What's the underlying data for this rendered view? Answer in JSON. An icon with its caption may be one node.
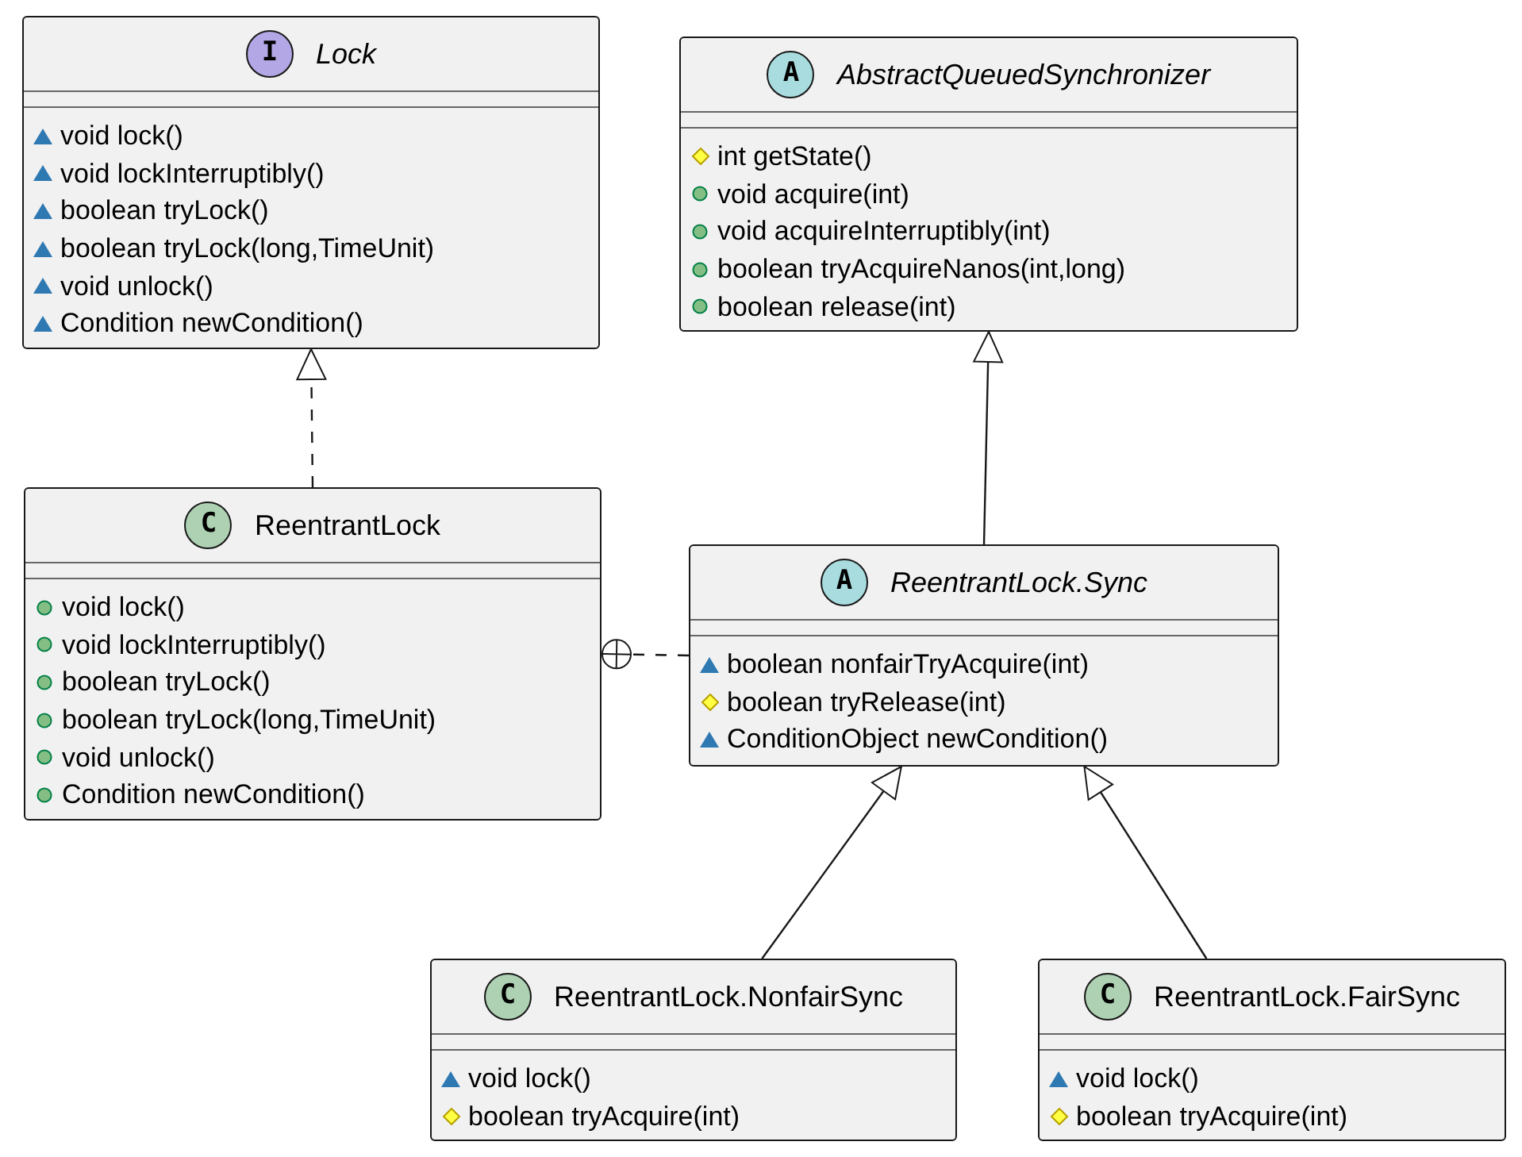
{
  "diagram": {
    "nodes": [
      {
        "text": [
          "I",
          "Lock",
          "void lock()",
          "void lockInterruptibly()",
          "boolean tryLock()",
          "boolean tryLock(long,TimeUnit)",
          "void unlock()",
          "Condition newCondition()"
        ]
      },
      {
        "text": [
          "A",
          "AbstractQueuedSynchronizer",
          "int getState()",
          "void acquire(int)",
          "void acquireInterruptibly(int)",
          "boolean tryAcquireNanos(int,long)",
          "boolean release(int)"
        ]
      },
      {
        "text": [
          "C",
          "ReentrantLock",
          "void lock()",
          "void lockInterruptibly()",
          "boolean tryLock()",
          "boolean tryLock(long,TimeUnit)",
          "void unlock()",
          "Condition newCondition()"
        ]
      },
      {
        "text": [
          "A",
          "ReentrantLock.Sync",
          "boolean nonfairTryAcquire(int)",
          "boolean tryRelease(int)",
          "ConditionObject newCondition()"
        ]
      },
      {
        "text": [
          "C",
          "ReentrantLock.NonfairSync",
          "void lock()",
          "boolean tryAcquire(int)"
        ]
      },
      {
        "text": [
          "C",
          "ReentrantLock.FairSync",
          "void lock()",
          "boolean tryAcquire(int)"
        ]
      }
    ],
    "edges": [
      {
        "from": 2,
        "to": 0,
        "arrow": "to",
        "style": "dashed"
      },
      {
        "from": 3,
        "to": 1,
        "arrow": "to"
      },
      {
        "from": 3,
        "to": 2,
        "arrow": "other",
        "style": "dashed"
      },
      {
        "from": 4,
        "to": 3,
        "arrow": "to"
      },
      {
        "from": 5,
        "to": 3,
        "arrow": "to"
      }
    ]
  }
}
